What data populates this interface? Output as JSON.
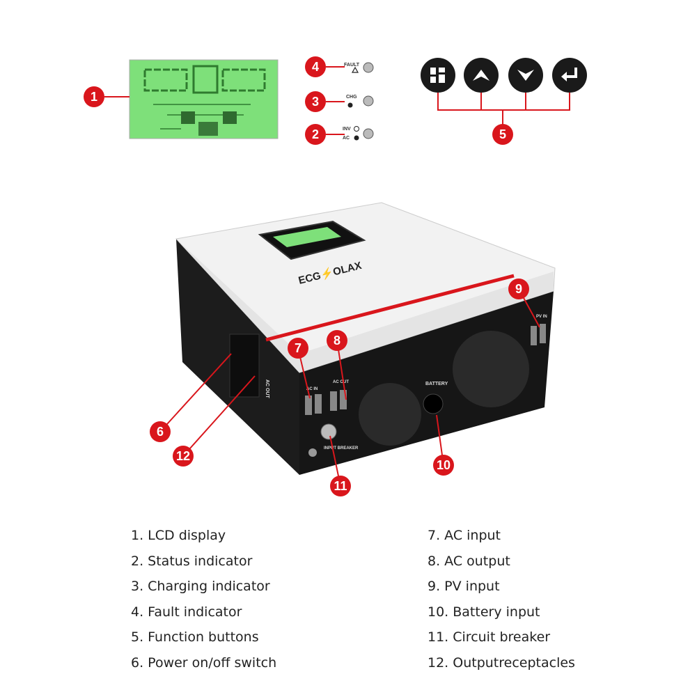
{
  "colors": {
    "callout": "#d9161c",
    "lcd": "#7ee07a",
    "button": "#1a1a1a",
    "stripe": "#d9161c",
    "panel": "#f2f2f2",
    "case": "#1c1c1c"
  },
  "callouts": [
    "1",
    "2",
    "3",
    "4",
    "5",
    "6",
    "7",
    "8",
    "9",
    "10",
    "11",
    "12"
  ],
  "indicators": {
    "fault": "FAULT",
    "chg": "CHG",
    "inv": "INV",
    "ac": "AC"
  },
  "device": {
    "brand": "ECG",
    "brand_suffix": "OLAX",
    "battery_label": "BATTERY",
    "ac_in_label": "AC  IN",
    "ac_out_label": "AC OUT",
    "pv_in_label": "PV  IN",
    "breaker_label": "INPUT BREAKER",
    "side_label": "AC OUT"
  },
  "buttons": [
    "menu-icon",
    "up-icon",
    "down-icon",
    "enter-icon"
  ],
  "legend_left": [
    "1.  LCD display",
    "2.  Status indicator",
    "3.  Charging indicator",
    "4.  Fault indicator",
    "5.  Function buttons",
    "6.  Power on/off switch"
  ],
  "legend_right": [
    "7.  AC input",
    "8.  AC output",
    "9.  PV input",
    "10.  Battery input",
    "11.  Circuit breaker",
    "12.  Outputreceptacles"
  ]
}
